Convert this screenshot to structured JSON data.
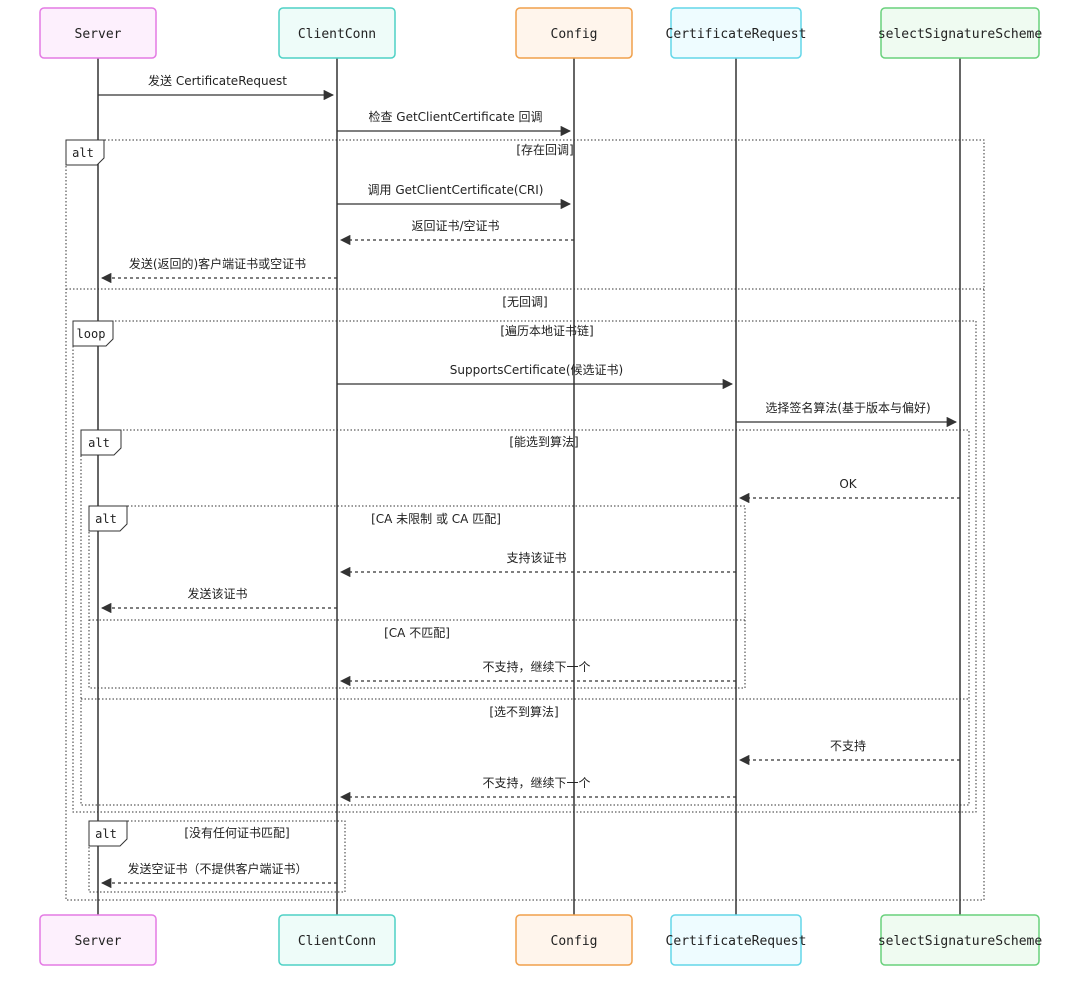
{
  "actors": [
    {
      "id": "server",
      "label": "Server",
      "fill": "#fdf0fd",
      "stroke": "#e47ae4"
    },
    {
      "id": "clientconn",
      "label": "ClientConn",
      "fill": "#eefcf9",
      "stroke": "#4fd1c5"
    },
    {
      "id": "config",
      "label": "Config",
      "fill": "#fff5ec",
      "stroke": "#f0a04b"
    },
    {
      "id": "certreq",
      "label": "CertificateRequest",
      "fill": "#eefcff",
      "stroke": "#63d6e9"
    },
    {
      "id": "selectsig",
      "label": "selectSignatureScheme",
      "fill": "#effbf1",
      "stroke": "#69d17c"
    }
  ],
  "messages": [
    {
      "from": "server",
      "to": "clientconn",
      "label": "发送 CertificateRequest",
      "dashed": false
    },
    {
      "from": "clientconn",
      "to": "config",
      "label": "检查 GetClientCertificate 回调",
      "dashed": false
    },
    {
      "from": "clientconn",
      "to": "config",
      "label": "调用 GetClientCertificate(CRI)",
      "dashed": false
    },
    {
      "from": "config",
      "to": "clientconn",
      "label": "返回证书/空证书",
      "dashed": true
    },
    {
      "from": "clientconn",
      "to": "server",
      "label": "发送(返回的)客户端证书或空证书",
      "dashed": true
    },
    {
      "from": "clientconn",
      "to": "certreq",
      "label": "SupportsCertificate(候选证书)",
      "dashed": false
    },
    {
      "from": "certreq",
      "to": "selectsig",
      "label": "选择签名算法(基于版本与偏好)",
      "dashed": false
    },
    {
      "from": "selectsig",
      "to": "certreq",
      "label": "OK",
      "dashed": true
    },
    {
      "from": "certreq",
      "to": "clientconn",
      "label": "支持该证书",
      "dashed": true
    },
    {
      "from": "clientconn",
      "to": "server",
      "label": "发送该证书",
      "dashed": true
    },
    {
      "from": "certreq",
      "to": "clientconn",
      "label": "不支持，继续下一个",
      "dashed": true
    },
    {
      "from": "selectsig",
      "to": "certreq",
      "label": "不支持",
      "dashed": true
    },
    {
      "from": "certreq",
      "to": "clientconn",
      "label": "不支持，继续下一个",
      "dashed": true
    },
    {
      "from": "clientconn",
      "to": "server",
      "label": "发送空证书（不提供客户端证书）",
      "dashed": true
    }
  ],
  "frames": [
    {
      "tag": "alt",
      "conditions": [
        "[存在回调]",
        "[无回调]"
      ]
    },
    {
      "tag": "loop",
      "conditions": [
        "[遍历本地证书链]"
      ]
    },
    {
      "tag": "alt",
      "conditions": [
        "[能选到算法]",
        "[选不到算法]"
      ]
    },
    {
      "tag": "alt",
      "conditions": [
        "[CA 未限制 或 CA 匹配]",
        "[CA 不匹配]"
      ]
    },
    {
      "tag": "alt",
      "conditions": [
        "[没有任何证书匹配]"
      ]
    }
  ]
}
